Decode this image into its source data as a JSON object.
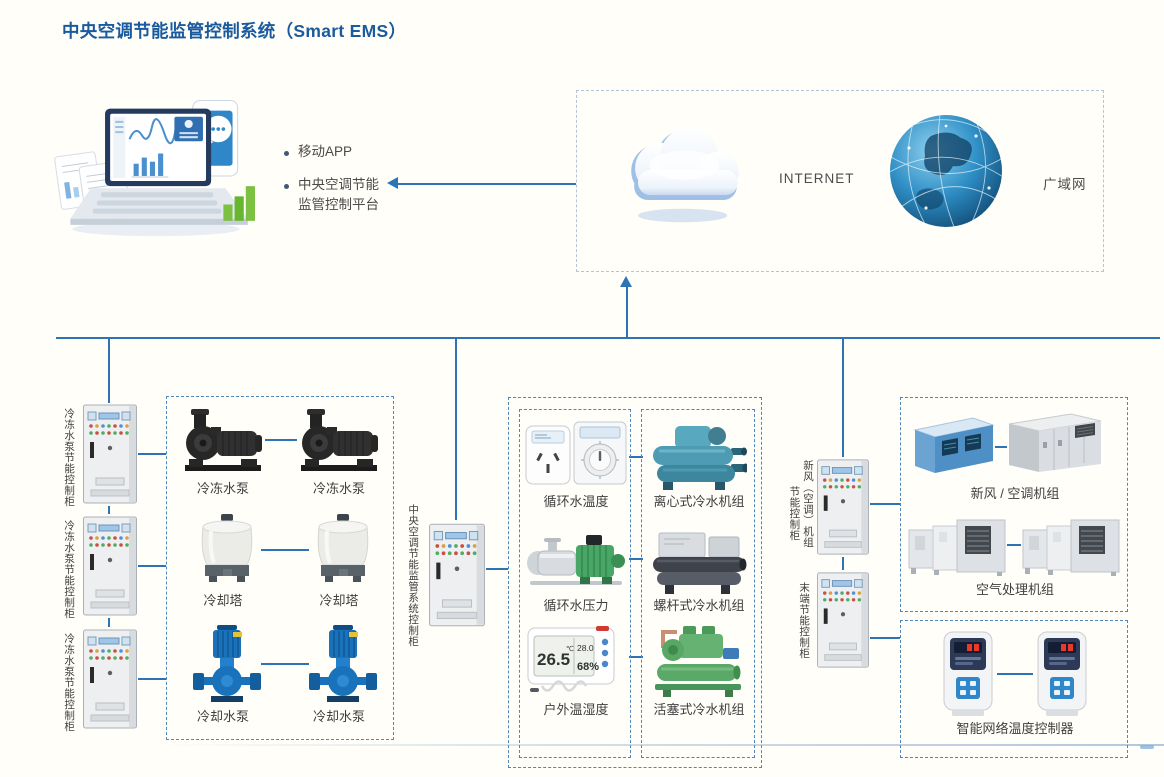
{
  "title": "中央空调节能监管控制系统（Smart EMS）",
  "platform": {
    "bullet1": "移动APP",
    "bullet2_line1": "中央空调节能",
    "bullet2_line2": "监管控制平台"
  },
  "cloud_zone": {
    "internet": "INTERNET",
    "wan": "广域网"
  },
  "left": {
    "cabinets": [
      "冷冻水泵节能控制柜",
      "冷冻水泵节能控制柜",
      "冷冻水泵节能控制柜"
    ],
    "machines": [
      "冷冻水泵",
      "冷冻水泵",
      "冷却塔",
      "冷却塔",
      "冷却水泵",
      "冷却水泵"
    ]
  },
  "center": {
    "cabinet": "中央空调节能监管系统控制柜",
    "sensors": [
      "循环水温度",
      "循环水压力",
      "户外温湿度"
    ],
    "chillers": [
      "离心式冷水机组",
      "螺杆式冷水机组",
      "活塞式冷水机组"
    ],
    "thermo_display": {
      "temp": "26.5",
      "unit": "℃",
      "secondary": "28.0",
      "humidity": "68%"
    }
  },
  "right": {
    "cabinet1_col1": "新风（空调）机组",
    "cabinet1_col2": "节能控制柜",
    "cabinet2": "末端节能控制柜",
    "ahu_rows": [
      "新风 / 空调机组",
      "空气处理机组"
    ],
    "thermostats": "智能网络温度控制器"
  },
  "colors": {
    "accent": "#2e74b5",
    "title": "#1a5a9e",
    "text": "#3f3f3f",
    "dash_blue": "#4f86bc",
    "dash_gray": "#b3c4d6"
  }
}
